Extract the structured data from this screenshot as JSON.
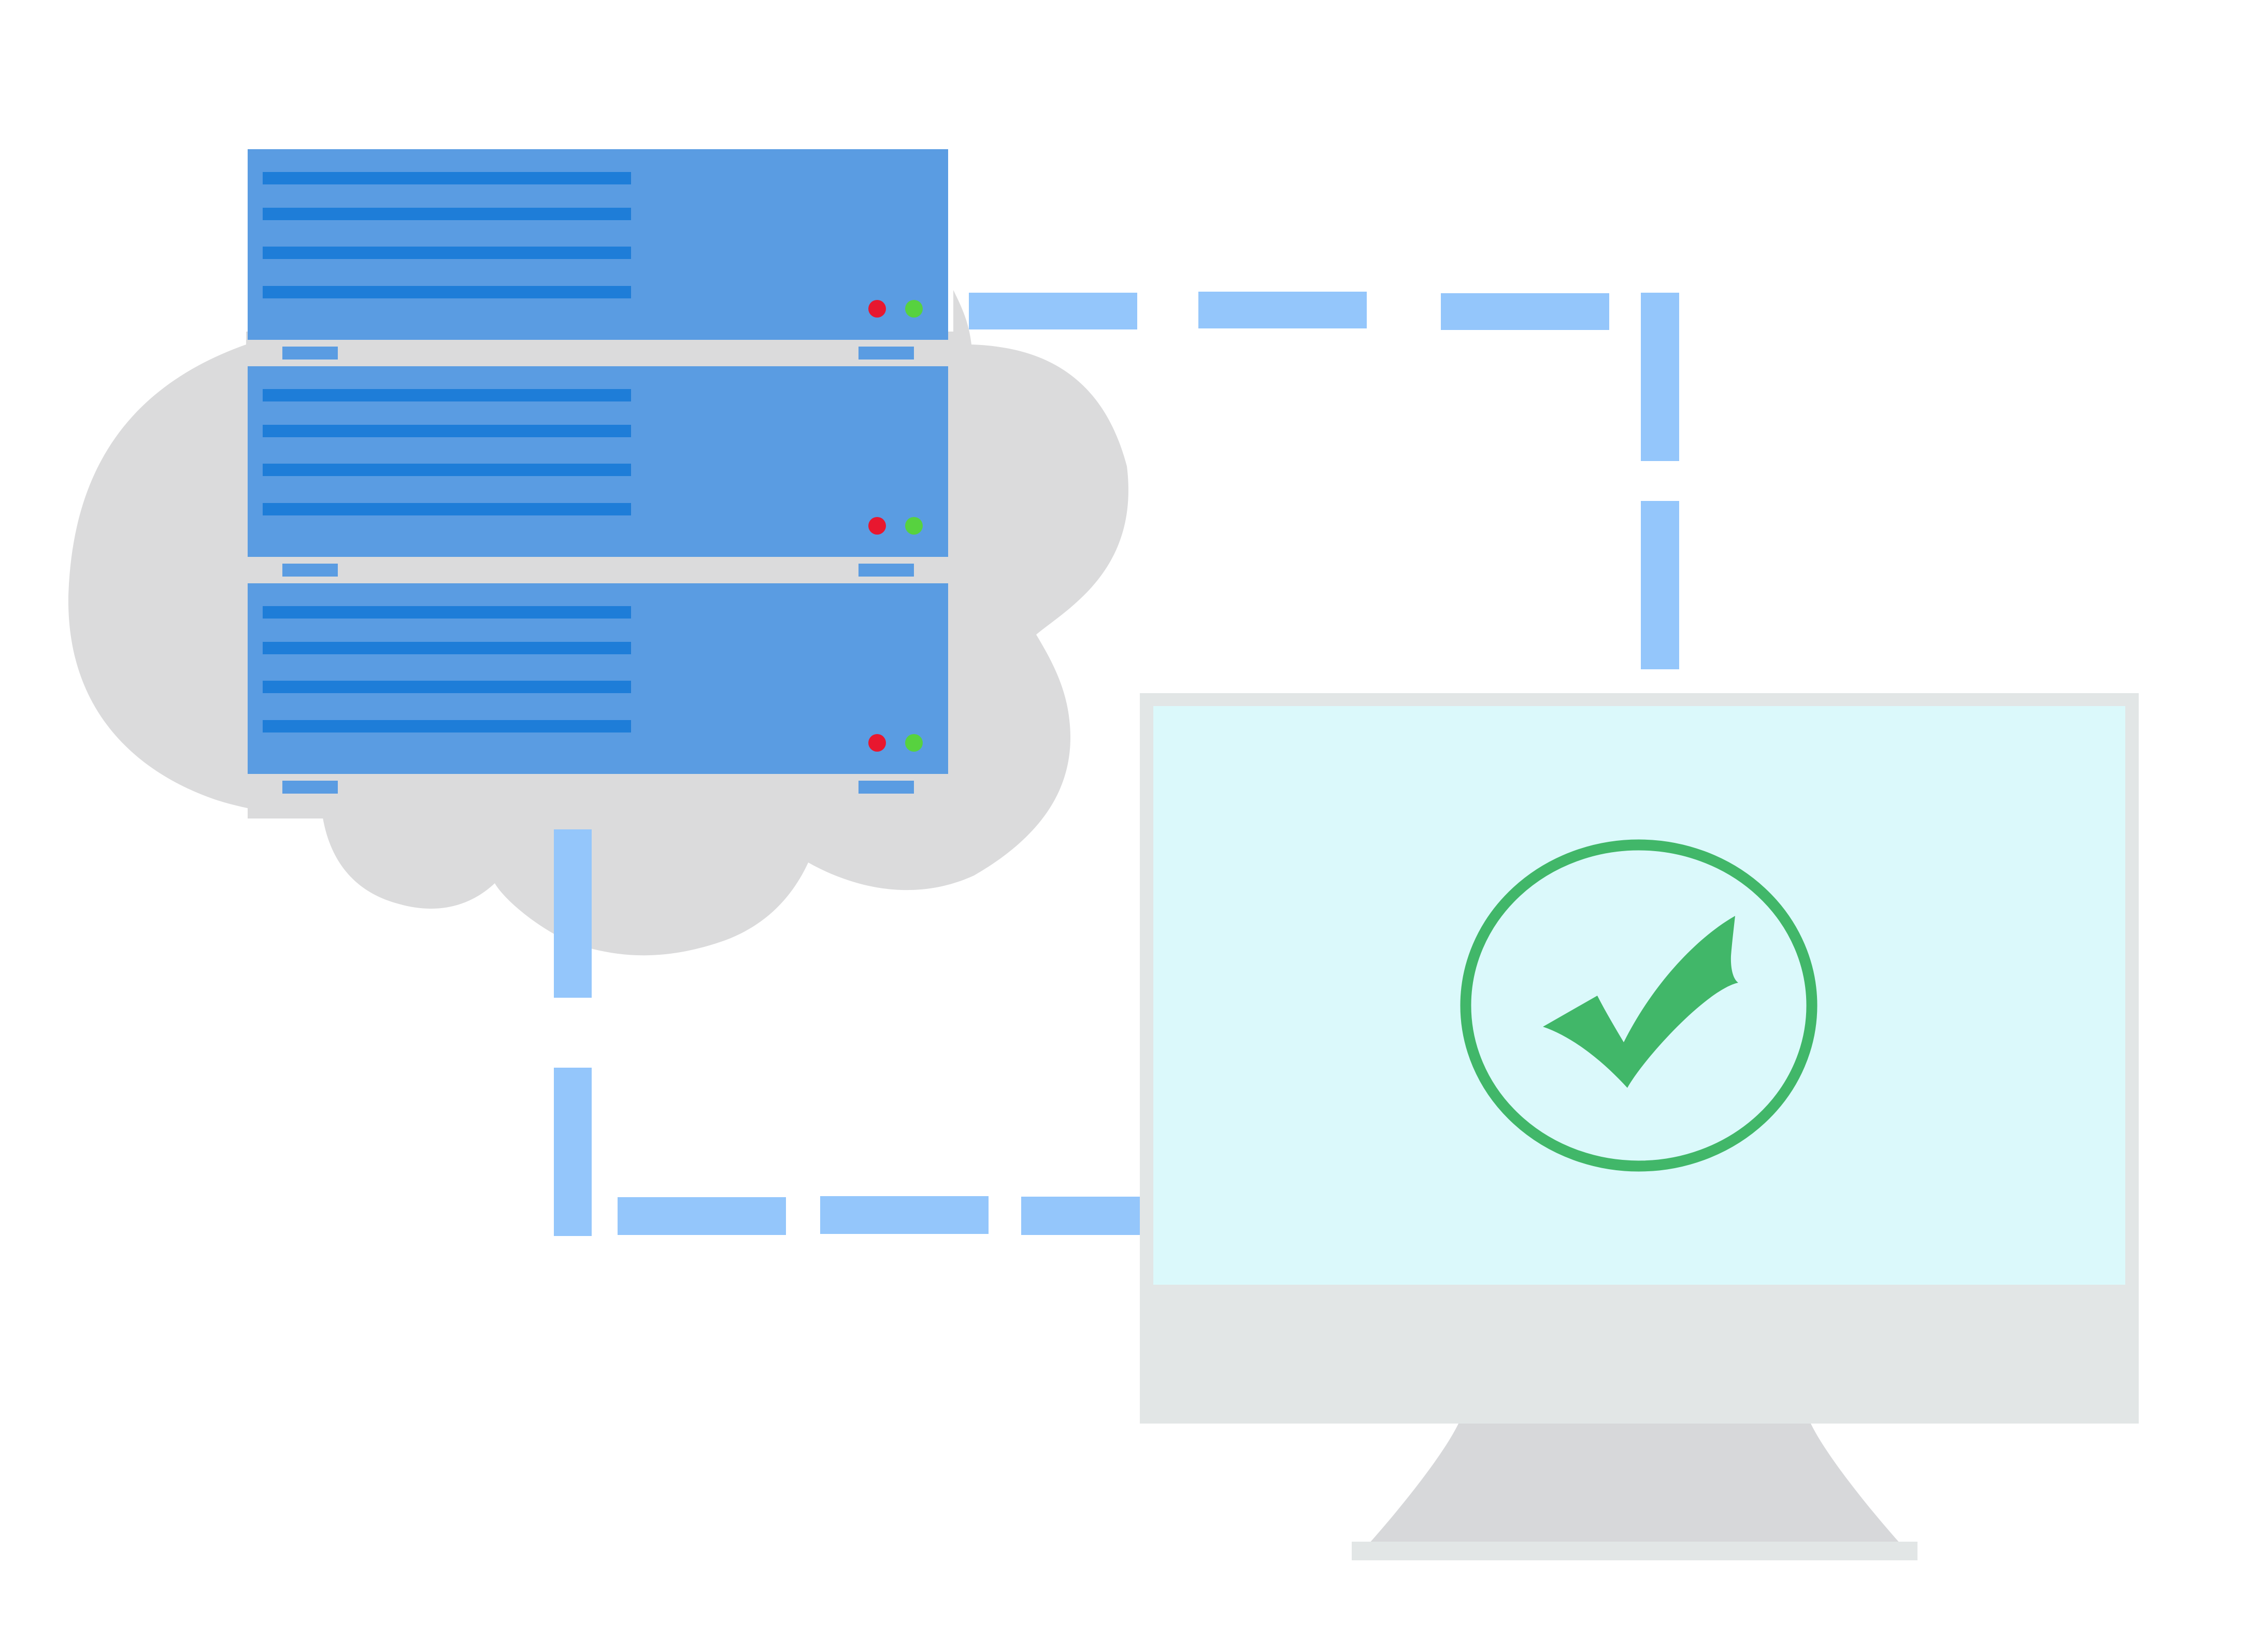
{
  "illustration": {
    "colors": {
      "background": "#ffffff",
      "cloud": "#dbdbdc",
      "server_face": "#5a9ce2",
      "server_slots": "#1e7dd8",
      "server_shelf": "#5a9ce2",
      "led_red": "#e8172f",
      "led_green": "#57d23f",
      "connection": "#94c6fb",
      "monitor_bezel": "#e2e6e6",
      "monitor_screen": "#dbf9fb",
      "monitor_stand": "#d7d8da",
      "check": "#41b769"
    },
    "server_rack": {
      "units": [
        {
          "leds": [
            "led-red",
            "led-green"
          ]
        },
        {
          "leds": [
            "led-red",
            "led-green"
          ]
        },
        {
          "leds": [
            "led-red",
            "led-green"
          ]
        }
      ]
    },
    "status": {
      "icon": "check-circle-icon",
      "state": "success"
    }
  }
}
